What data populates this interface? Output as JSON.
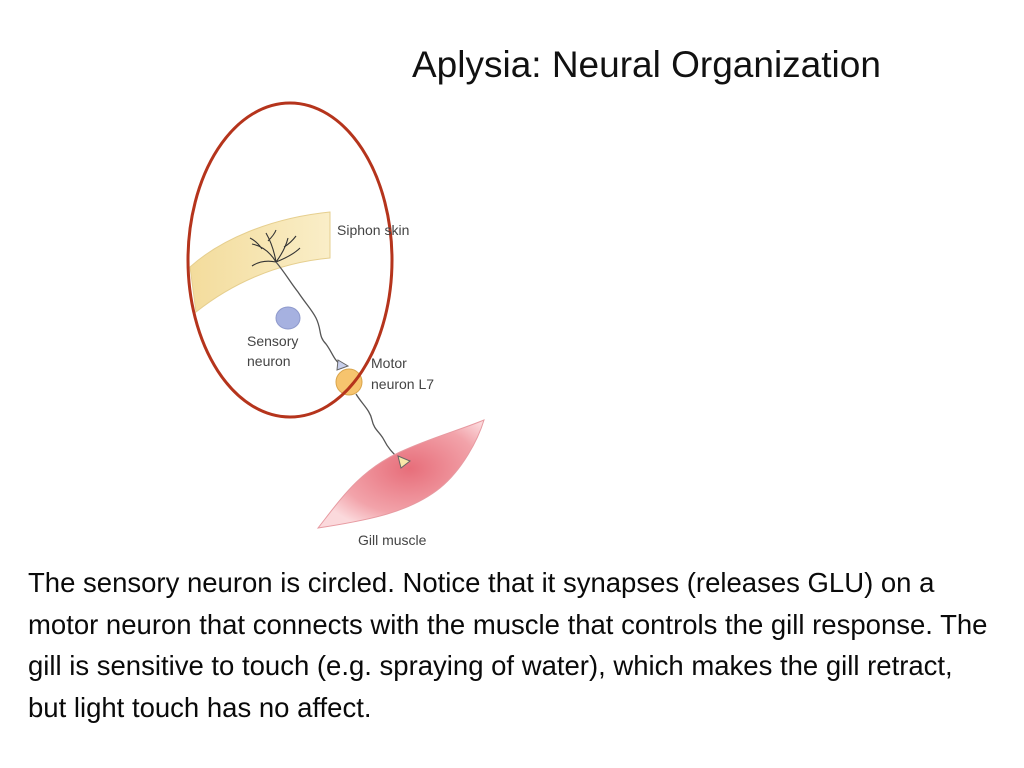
{
  "slide": {
    "title": "Aplysia:  Neural Organization"
  },
  "figure": {
    "labels": {
      "siphon_skin": "Siphon skin",
      "sensory_neuron_line1": "Sensory",
      "sensory_neuron_line2": "neuron",
      "motor_neuron_line1": "Motor",
      "motor_neuron_line2": "neuron L7",
      "gill_muscle": "Gill muscle"
    },
    "colors": {
      "skin": "#f6e3a6",
      "sensory_neuron": "#a6b1e0",
      "motor_neuron": "#f6c46e",
      "muscle": "#ef8a92",
      "highlight_circle": "#b5341c",
      "axon": "#555555"
    },
    "highlight": "sensory-neuron-circle"
  },
  "caption": {
    "text": "The sensory neuron is circled.  Notice that it synapses (releases GLU) on a motor neuron that connects with the muscle that controls the gill response.  The gill is sensitive to touch (e.g. spraying of water), which makes the gill retract, but light touch has no affect."
  }
}
